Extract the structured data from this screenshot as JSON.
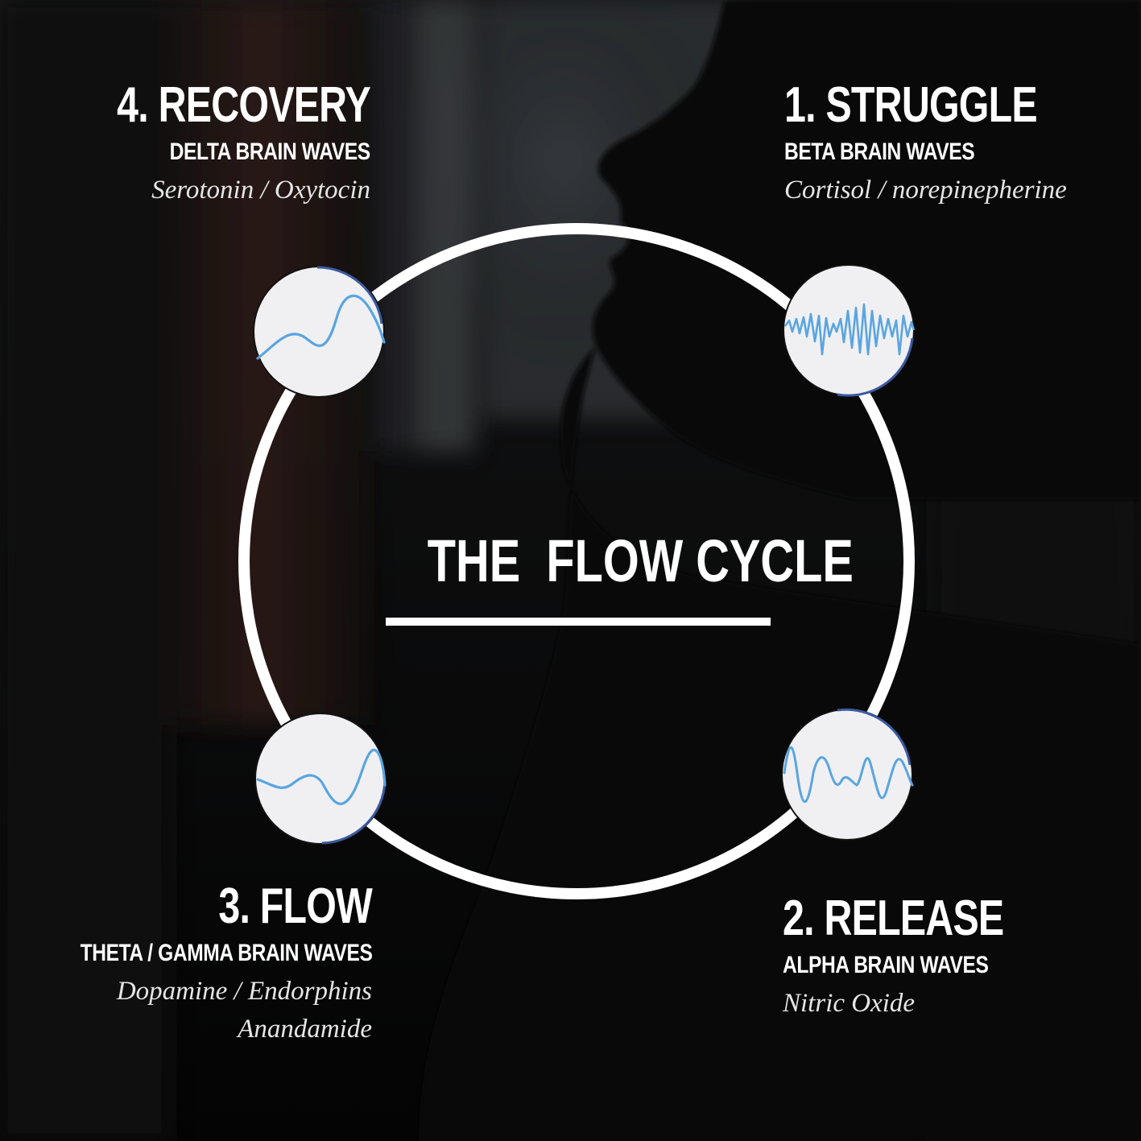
{
  "center": {
    "title": "THE  FLOW CYCLE"
  },
  "stages": [
    {
      "id": "struggle",
      "number": "1.",
      "name": "STRUGGLE",
      "waves": "BETA BRAIN WAVES",
      "chemicals": [
        "Cortisol / norepinepherine"
      ],
      "wave_icon": "beta-wave-icon"
    },
    {
      "id": "release",
      "number": "2.",
      "name": "RELEASE",
      "waves": "ALPHA BRAIN WAVES",
      "chemicals": [
        "Nitric Oxide"
      ],
      "wave_icon": "alpha-wave-icon"
    },
    {
      "id": "flow",
      "number": "3.",
      "name": "FLOW",
      "waves": "THETA / GAMMA  BRAIN WAVES",
      "chemicals": [
        "Dopamine / Endorphins",
        "Anandamide"
      ],
      "wave_icon": "theta-gamma-wave-icon"
    },
    {
      "id": "recovery",
      "number": "4.",
      "name": "RECOVERY",
      "waves": "DELTA BRAIN WAVES",
      "chemicals": [
        "Serotonin / Oxytocin"
      ],
      "wave_icon": "delta-wave-icon"
    }
  ],
  "colors": {
    "text": "#ffffff",
    "ring": "#ffffff",
    "node_fill": "#f0f0f2",
    "wave": "#5aa5e0",
    "background": "#0b0b0c"
  }
}
